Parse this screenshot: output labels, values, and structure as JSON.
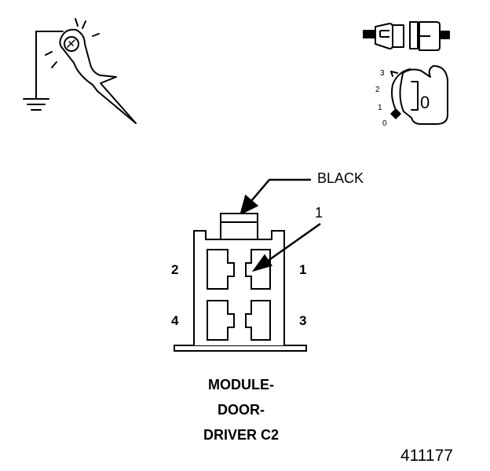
{
  "connector": {
    "color_label": "BLACK",
    "callout_number": "1",
    "pins": [
      "1",
      "2",
      "3",
      "4"
    ],
    "title_lines": [
      "MODULE-",
      "DOOR-",
      "DRIVER C2"
    ]
  },
  "figure_number": "411177",
  "ignition": {
    "positions": [
      "3",
      "2",
      "1",
      "0"
    ],
    "key_label": "0"
  },
  "icons": {
    "test_light": "test-light-ground-icon",
    "disconnect": "connector-disconnect-icon",
    "ignition_key": "ignition-key-icon"
  },
  "colors": {
    "ink": "#000000",
    "paper": "#ffffff"
  }
}
